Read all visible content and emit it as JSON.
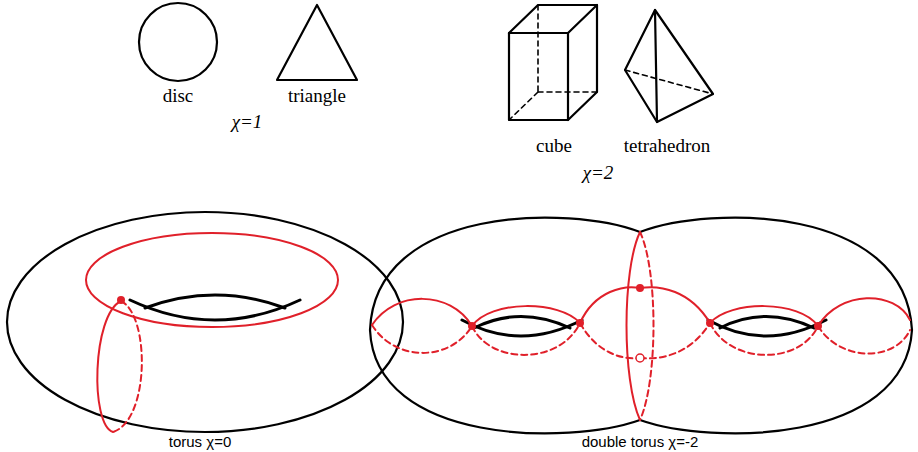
{
  "diagram": {
    "labels": [
      "disc",
      "triangle",
      "χ=1",
      "cube",
      "tetrahedron",
      "χ=2",
      "torus χ=0",
      "double torus χ=-2"
    ]
  }
}
